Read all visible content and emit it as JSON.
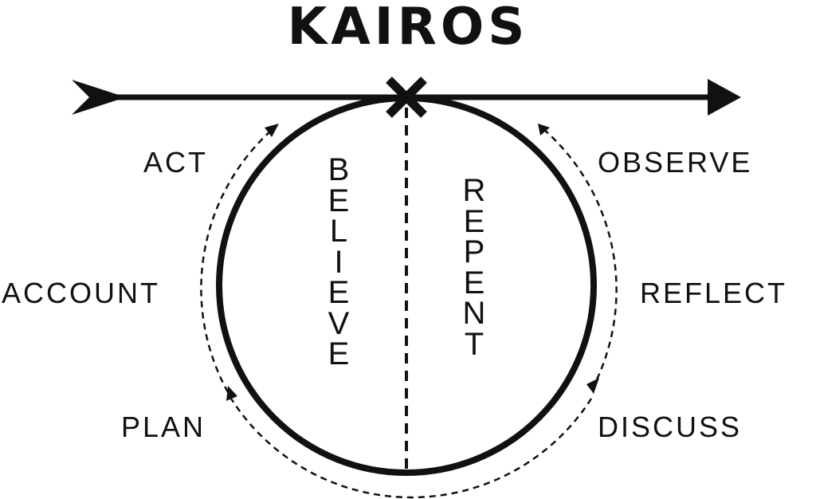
{
  "title": "KAIROS",
  "left_labels": {
    "act": "ACT",
    "account": "ACCOUNT",
    "plan": "PLAN"
  },
  "right_labels": {
    "observe": "OBSERVE",
    "reflect": "REFLECT",
    "discuss": "DISCUSS"
  },
  "halves": {
    "left": "BELIEVE",
    "right": "REPENT"
  },
  "colors": {
    "ink": "#111111",
    "background": "#ffffff"
  }
}
